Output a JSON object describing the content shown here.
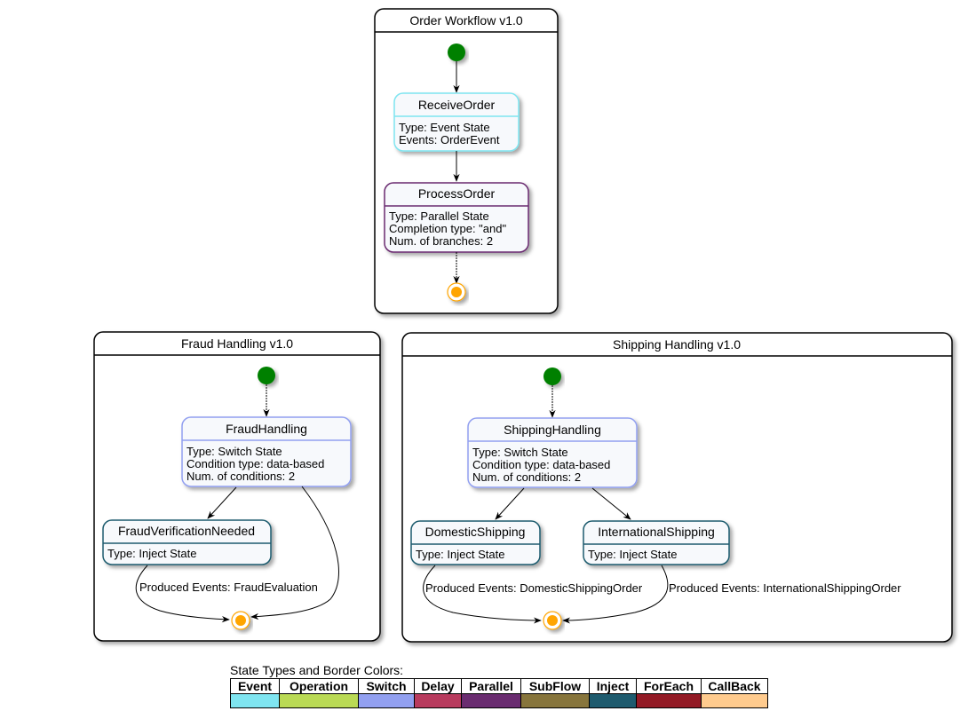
{
  "workflows": {
    "order": {
      "title": "Order Workflow v1.0",
      "receive": {
        "name": "ReceiveOrder",
        "line1": "Type: Event State",
        "line2": "Events: OrderEvent"
      },
      "process": {
        "name": "ProcessOrder",
        "line1": "Type: Parallel State",
        "line2": "Completion type: \"and\"",
        "line3": "Num. of branches: 2"
      }
    },
    "fraud": {
      "title": "Fraud Handling v1.0",
      "handling": {
        "name": "FraudHandling",
        "line1": "Type: Switch State",
        "line2": "Condition type: data-based",
        "line3": "Num. of conditions: 2"
      },
      "verification": {
        "name": "FraudVerificationNeeded",
        "line1": "Type: Inject State"
      },
      "produced_label": "Produced Events: FraudEvaluation"
    },
    "shipping": {
      "title": "Shipping Handling v1.0",
      "handling": {
        "name": "ShippingHandling",
        "line1": "Type: Switch State",
        "line2": "Condition type: data-based",
        "line3": "Num. of conditions: 2"
      },
      "domestic": {
        "name": "DomesticShipping",
        "line1": "Type: Inject State"
      },
      "international": {
        "name": "InternationalShipping",
        "line1": "Type: Inject State"
      },
      "domestic_label": "Produced Events: DomesticShippingOrder",
      "international_label": "Produced Events: InternationalShippingOrder"
    }
  },
  "legend": {
    "title": "State Types and Border Colors:",
    "items": [
      {
        "label": "Event",
        "color": "#7fe5f0"
      },
      {
        "label": "Operation",
        "color": "#bada55"
      },
      {
        "label": "Switch",
        "color": "#92a0f0"
      },
      {
        "label": "Delay",
        "color": "#b83b5e"
      },
      {
        "label": "Parallel",
        "color": "#6a2c70"
      },
      {
        "label": "SubFlow",
        "color": "#87753c"
      },
      {
        "label": "Inject",
        "color": "#1e5b6e"
      },
      {
        "label": "ForEach",
        "color": "#931a25"
      },
      {
        "label": "CallBack",
        "color": "#ffcb8e"
      }
    ]
  },
  "colors": {
    "start": "#008000",
    "end": "#ffa500",
    "state_fill": "#f7f9fc"
  }
}
